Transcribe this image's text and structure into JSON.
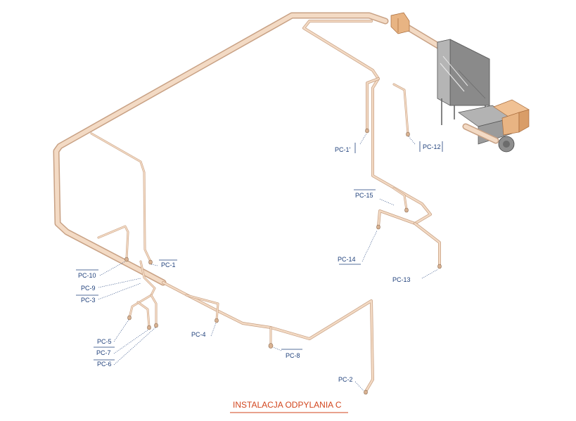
{
  "title": "INSTALACJA ODPYLANIA C",
  "colors": {
    "pipe_fill": "#f3dac4",
    "pipe_edge": "#c8a184",
    "label": "#1e3f7a",
    "title": "#d2461e",
    "machine": "#8e8e8e",
    "box": "#e8b483"
  },
  "labels": [
    {
      "id": "pc1",
      "text": "PC-1"
    },
    {
      "id": "pc1b",
      "text": "PC-1'"
    },
    {
      "id": "pc12",
      "text": "PC-12"
    },
    {
      "id": "pc15",
      "text": "PC-15"
    },
    {
      "id": "pc14",
      "text": "PC-14"
    },
    {
      "id": "pc13",
      "text": "PC-13"
    },
    {
      "id": "pc10",
      "text": "PC-10"
    },
    {
      "id": "pc9",
      "text": "PC-9"
    },
    {
      "id": "pc3",
      "text": "PC-3"
    },
    {
      "id": "pc4",
      "text": "PC-4"
    },
    {
      "id": "pc8",
      "text": "PC-8"
    },
    {
      "id": "pc5",
      "text": "PC-5"
    },
    {
      "id": "pc7",
      "text": "PC-7"
    },
    {
      "id": "pc6",
      "text": "PC-6"
    },
    {
      "id": "pc2",
      "text": "PC-2"
    }
  ]
}
